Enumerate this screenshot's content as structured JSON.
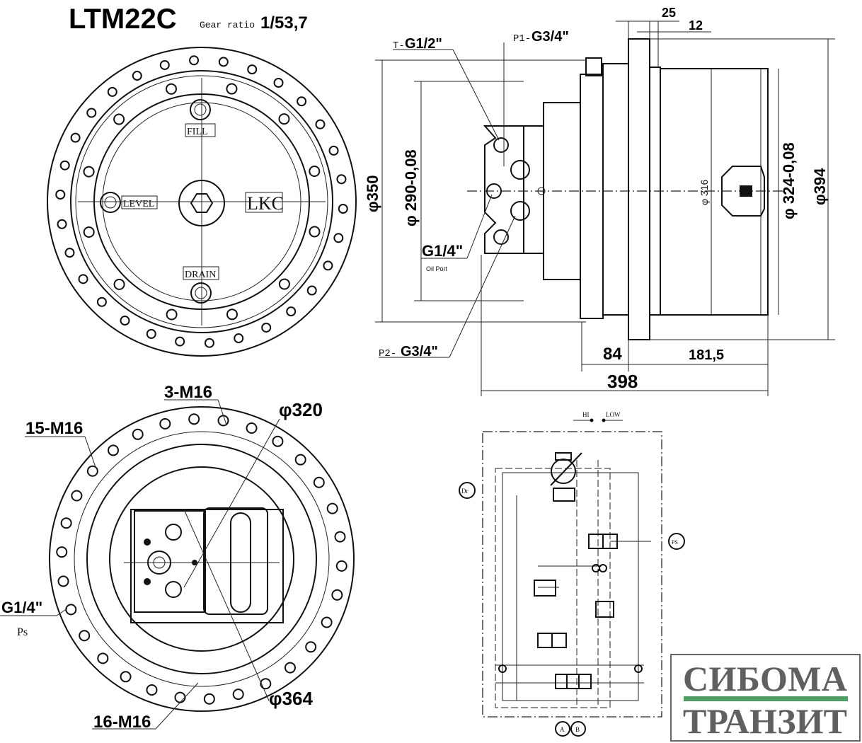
{
  "title": {
    "model": "LTM22C",
    "ratio_label": "Gear ratio",
    "ratio_value": "1/53,7"
  },
  "front_view": {
    "fill": "FILL",
    "level": "LEVEL",
    "lkc": "LKC",
    "drain": "DRAIN"
  },
  "side_view": {
    "port_t": "T-",
    "port_t_size": "G1/2\"",
    "port_p1": "P1-",
    "port_p1_size": "G3/4\"",
    "port_p2": "P2-",
    "port_p2_size": "G3/4\"",
    "oil_port_size": "G1/4\"",
    "oil_port_label": "Oil Port",
    "dim_25": "25",
    "dim_12": "12",
    "dim_350": "φ350",
    "dim_290": "φ 290-0,08",
    "dim_316": "φ 316",
    "dim_324": "φ 324-0,08",
    "dim_394": "φ394",
    "dim_84": "84",
    "dim_181": "181,5",
    "dim_398": "398"
  },
  "rear_view": {
    "holes_3": "3-M16",
    "holes_15": "15-M16",
    "holes_16": "16-M16",
    "dia_320": "φ320",
    "dia_364": "φ364",
    "ps_size": "G1/4\"",
    "ps_label": "Ps"
  },
  "schematic": {
    "hi": "HI",
    "low": "LOW",
    "dr": "Dr",
    "ps": "PS",
    "a": "A",
    "b": "B"
  },
  "logo": {
    "line1": "СИБОМА",
    "line2": "ТРАНЗИТ",
    "bar_color": "#4f9d62",
    "text_color": "#5f6062"
  }
}
